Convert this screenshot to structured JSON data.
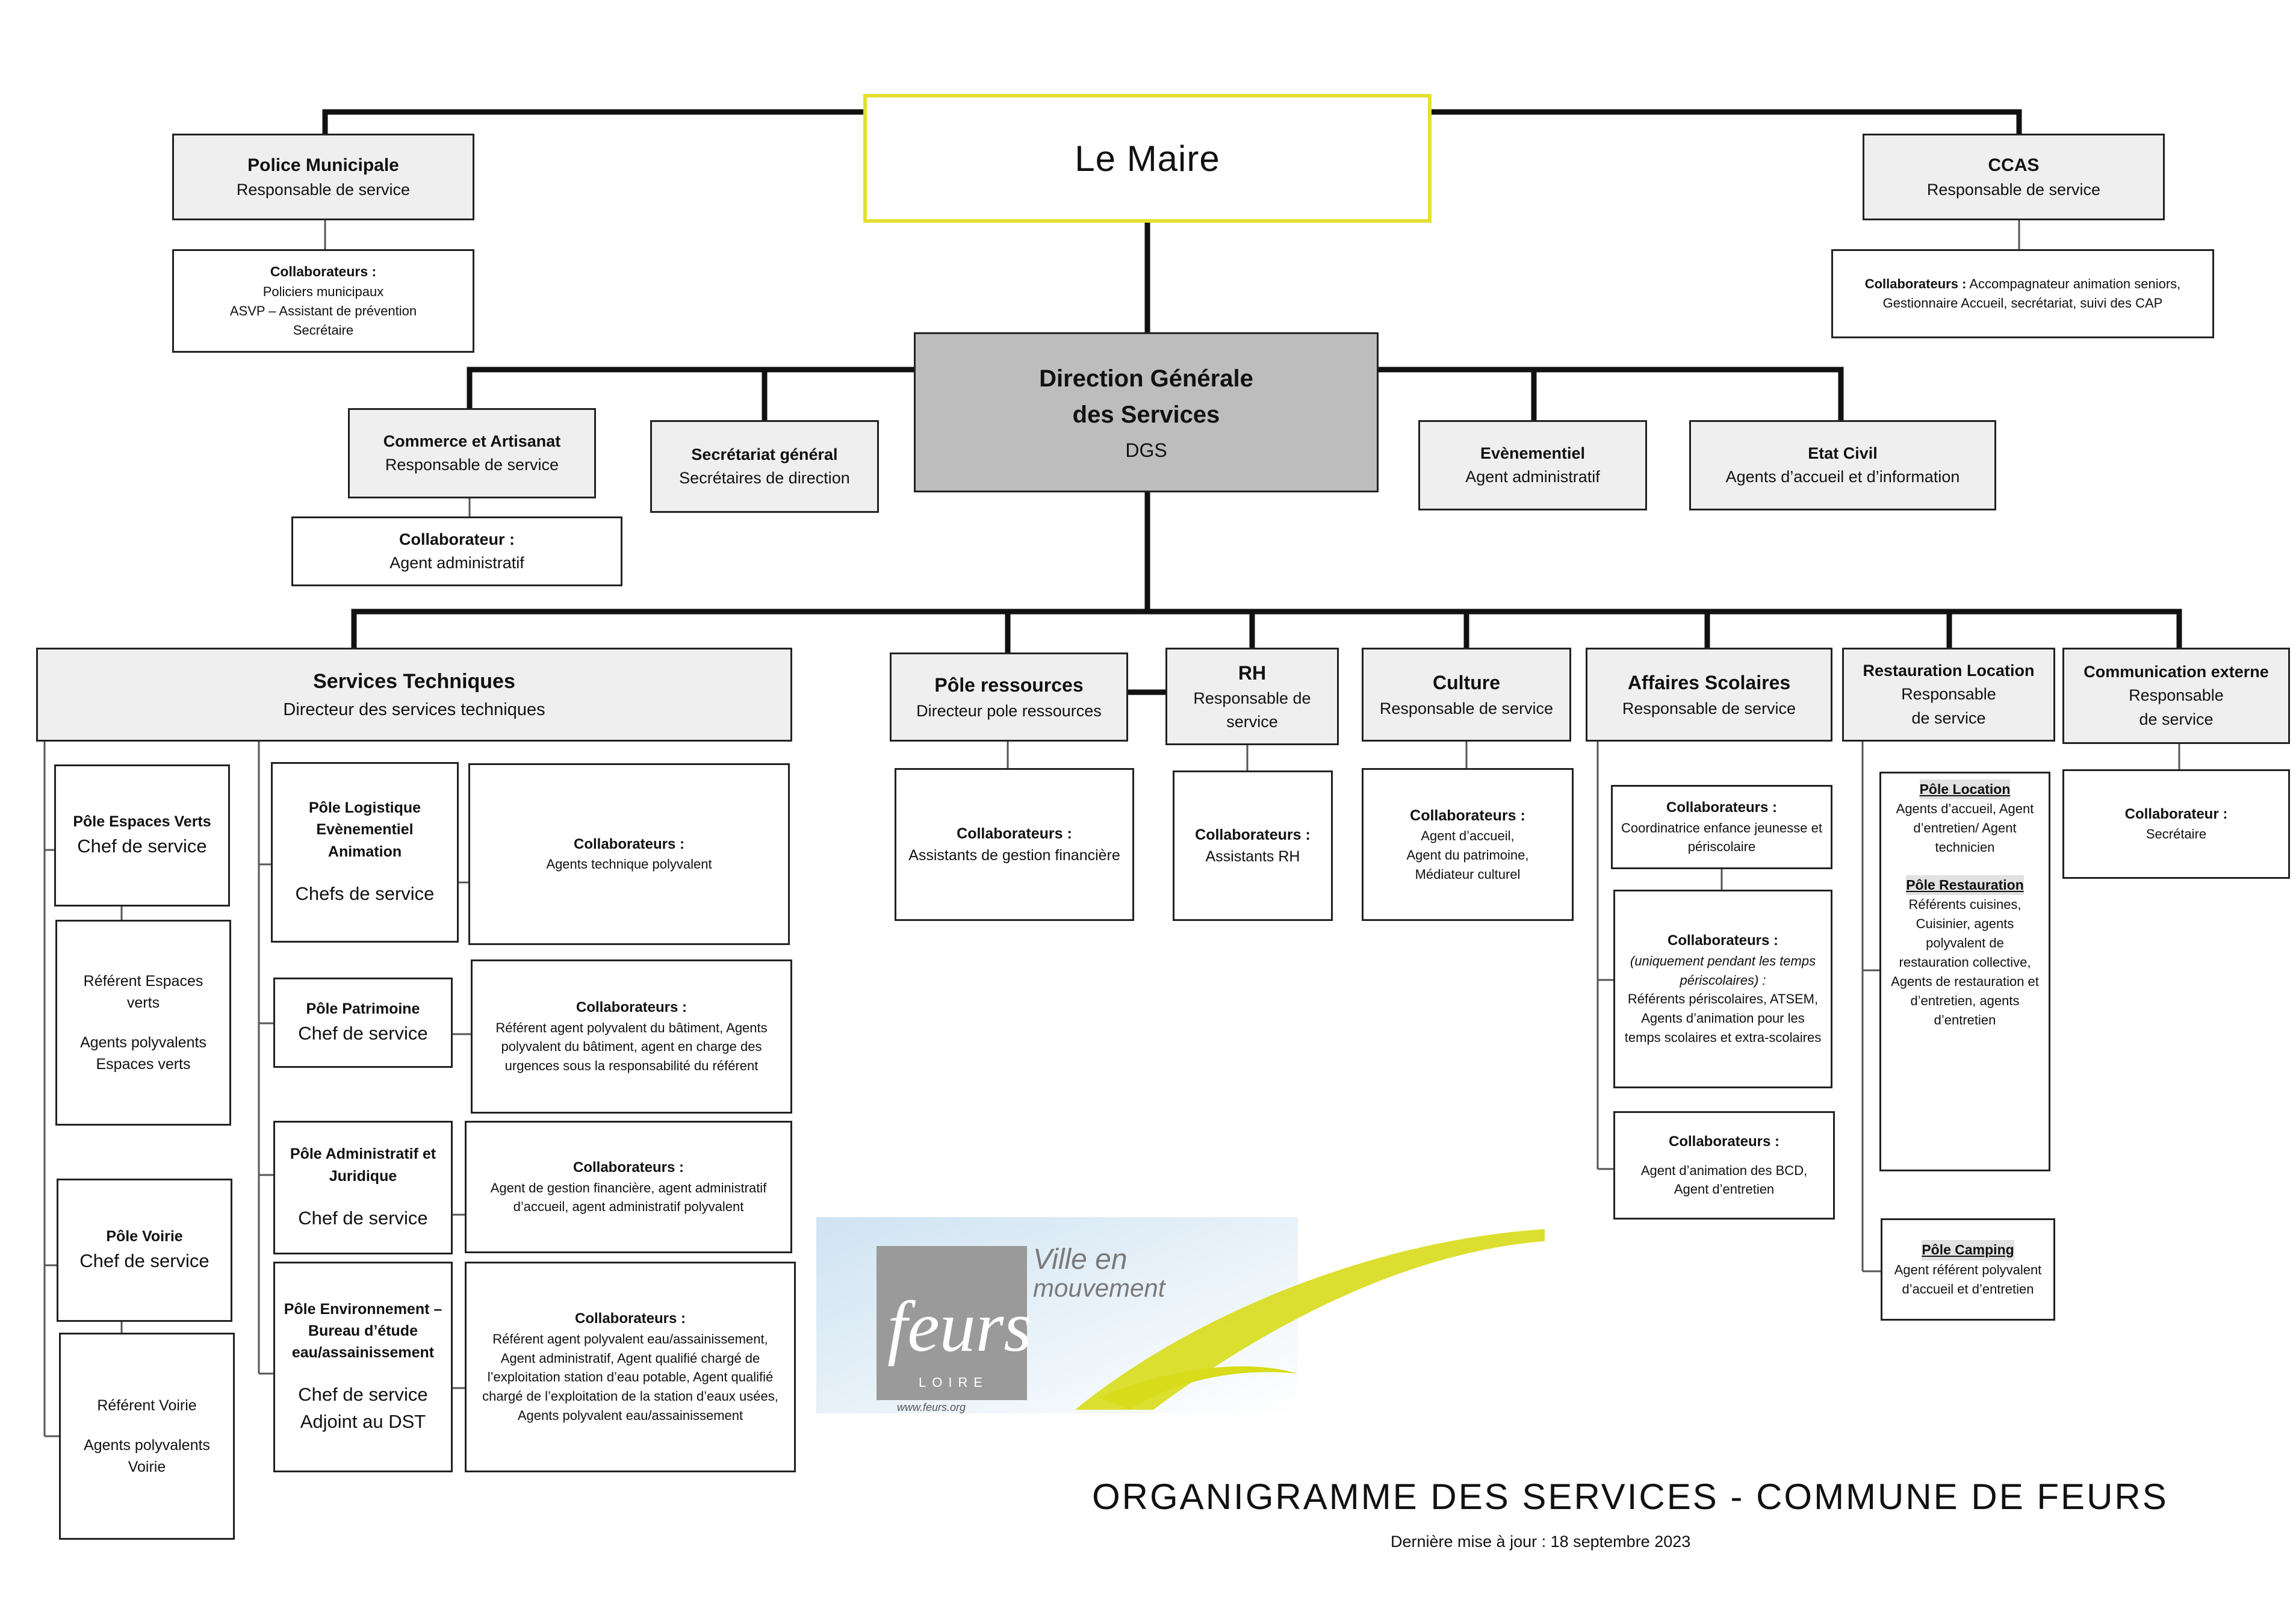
{
  "maire": {
    "title": "Le Maire"
  },
  "police": {
    "title": "Police Municipale",
    "sub": "Responsable de service",
    "collab_label": "Collaborateurs :",
    "collab": [
      "Policiers municipaux",
      "ASVP – Assistant de prévention",
      "Secrétaire"
    ]
  },
  "ccas": {
    "title": "CCAS",
    "sub": "Responsable de service",
    "collab_label": "Collaborateurs :",
    "collab_text": "Accompagnateur animation seniors,",
    "collab_line2": "Gestionnaire Accueil, secrétariat, suivi des CAP"
  },
  "dgs": {
    "line1": "Direction Générale",
    "line2": "des Services",
    "sub": "DGS"
  },
  "commerce": {
    "title": "Commerce et Artisanat",
    "sub": "Responsable de service",
    "collab_label": "Collaborateur :",
    "collab": "Agent administratif"
  },
  "secretariat": {
    "title": "Secrétariat général",
    "sub": "Secrétaires de direction"
  },
  "evenementiel": {
    "title": "Evènementiel",
    "sub": "Agent administratif"
  },
  "etat_civil": {
    "title": "Etat Civil",
    "sub": "Agents d’accueil et d’information"
  },
  "services_techniques": {
    "title": "Services Techniques",
    "sub": "Directeur des services techniques"
  },
  "espaces_verts": {
    "title": "Pôle Espaces Verts",
    "sub": "Chef de service",
    "ref": "Référent Espaces verts",
    "agents": "Agents polyvalents Espaces verts"
  },
  "voirie": {
    "title": "Pôle Voirie",
    "sub": "Chef de service",
    "ref": "Référent Voirie",
    "agents": "Agents polyvalents Voirie"
  },
  "logistique": {
    "title": "Pôle Logistique Evènementiel Animation",
    "sub": "Chefs de service",
    "collab_label": "Collaborateurs :",
    "collab": "Agents technique polyvalent"
  },
  "patrimoine": {
    "title": "Pôle Patrimoine",
    "sub": "Chef de service",
    "collab_label": "Collaborateurs :",
    "collab": "Référent agent polyvalent du bâtiment, Agents polyvalent du bâtiment,  agent en charge des urgences sous la responsabilité du référent"
  },
  "administratif": {
    "title": "Pôle Administratif et Juridique",
    "sub": "Chef de service",
    "collab_label": "Collaborateurs :",
    "collab": "Agent de gestion financière, agent administratif d’accueil, agent administratif polyvalent"
  },
  "environnement": {
    "title": "Pôle Environnement – Bureau d’étude eau/assainissement",
    "sub1": "Chef de service",
    "sub2": "Adjoint au DST",
    "collab_label": "Collaborateurs :",
    "collab": "Référent agent polyvalent eau/assainissement, Agent administratif, Agent qualifié chargé de l’exploitation station d’eau potable, Agent qualifié chargé de l’exploitation de la station d’eaux usées, Agents polyvalent eau/assainissement"
  },
  "ressources": {
    "title": "Pôle ressources",
    "sub": "Directeur pole ressources",
    "collab_label": "Collaborateurs :",
    "collab": "Assistants de gestion financière"
  },
  "rh": {
    "title": "RH",
    "sub": "Responsable de service",
    "collab_label": "Collaborateurs :",
    "collab": "Assistants RH"
  },
  "culture": {
    "title": "Culture",
    "sub": "Responsable de service",
    "collab_label": "Collaborateurs :",
    "collab": [
      "Agent d’accueil,",
      "Agent du patrimoine,",
      "Médiateur culturel"
    ]
  },
  "scolaires": {
    "title": "Affaires Scolaires",
    "sub": "Responsable de service",
    "c1_label": "Collaborateurs :",
    "c1": "Coordinatrice enfance jeunesse et périscolaire",
    "c2_label": "Collaborateurs :",
    "c2_italic": "(uniquement pendant les temps périscolaires) :",
    "c2": "Référents périscolaires, ATSEM, Agents d’animation pour les temps scolaires et extra-scolaires",
    "c3_label": "Collaborateurs :",
    "c3": "Agent d’animation des BCD, Agent d’entretien"
  },
  "restauration": {
    "title": "Restauration Location",
    "sub1": "Responsable",
    "sub2": "de service",
    "location_label": "Pôle Location",
    "location": "Agents d’accueil, Agent d’entretien/ Agent technicien",
    "resto_label": "Pôle Restauration",
    "resto": "Référents cuisines, Cuisinier, agents polyvalent de restauration collective, Agents de restauration et d’entretien, agents d’entretien",
    "camping_label": "Pôle Camping",
    "camping": "Agent référent polyvalent d’accueil et d’entretien"
  },
  "communication": {
    "title": "Communication externe",
    "sub1": "Responsable",
    "sub2": "de service",
    "collab_label": "Collaborateur :",
    "collab": "Secrétaire"
  },
  "logo": {
    "brand": "feurs",
    "loire": "LOIRE",
    "tag1": "Ville en",
    "tag2": "mouvement",
    "url": "www.feurs.org"
  },
  "footer": {
    "title": "ORGANIGRAMME DES SERVICES - COMMUNE DE FEURS",
    "date": "Dernière mise à jour : 18 septembre 2023"
  },
  "colors": {
    "maire_border": "#e3e030",
    "dgs_fill": "#bdbdbd",
    "box_fill": "#efefef",
    "logo_swoosh": "#d8dc1a",
    "logo_sky": "#cfe3f2",
    "logo_panel": "#9a9a9a"
  }
}
